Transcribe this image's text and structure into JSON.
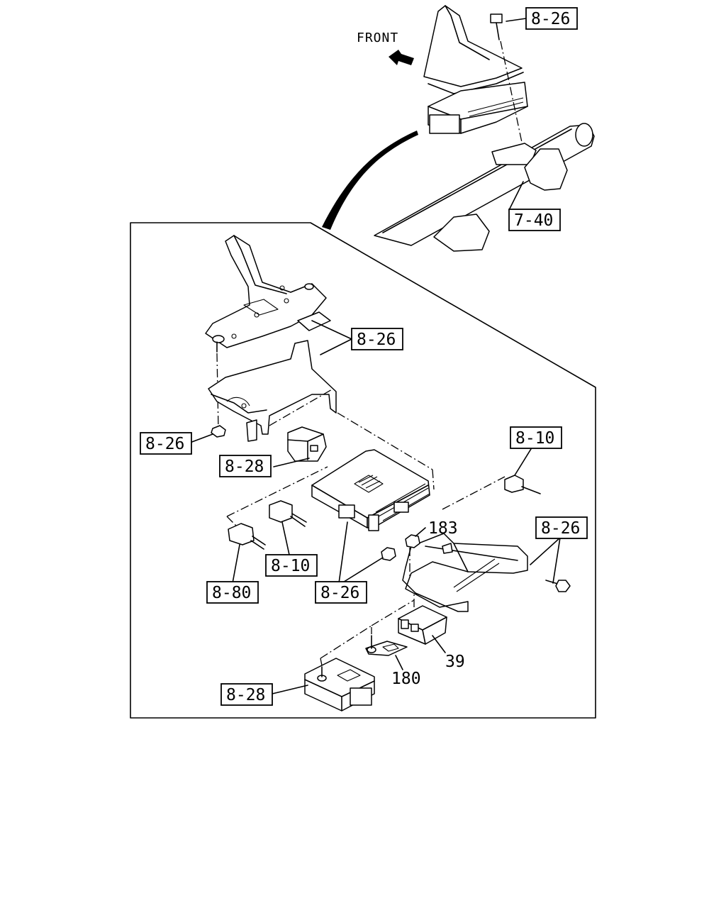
{
  "orientation": {
    "front_label": "FRONT"
  },
  "callouts": {
    "top_8_26": "8-26",
    "top_7_40": "7-40",
    "bracket_8_26": "8-26",
    "nut_8_26": "8-26",
    "connector_8_28": "8-28",
    "harness_8_10_right": "8-10",
    "bolt_8_26_right": "8-26",
    "connector_8_10_left": "8-10",
    "connector_8_80": "8-80",
    "ecu_8_26": "8-26",
    "module_8_28": "8-28"
  },
  "part_numbers": {
    "nut": "183",
    "relay": "39",
    "bracket": "180"
  }
}
